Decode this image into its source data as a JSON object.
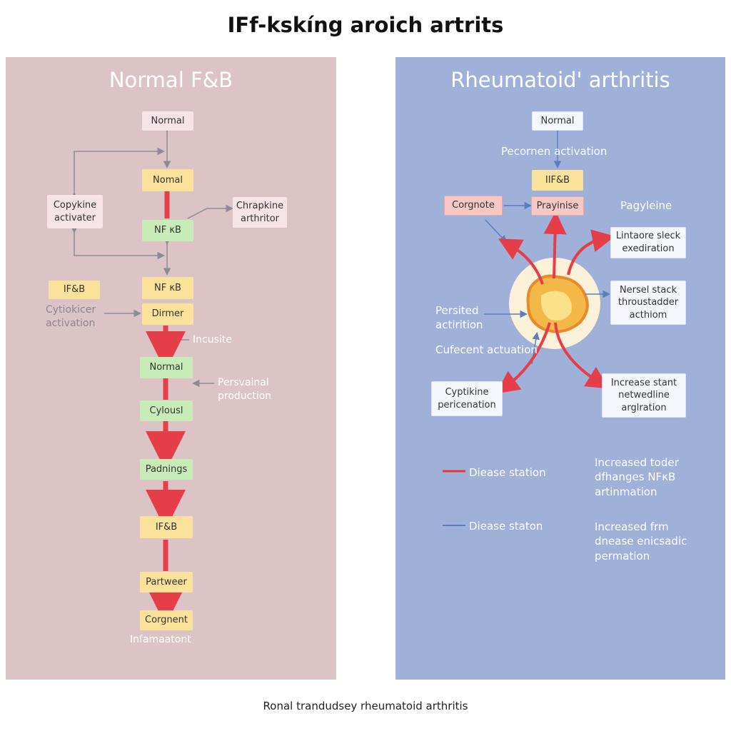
{
  "title": "IFf-kskíng aroich artrits",
  "caption": "Ronal trandudsey rheumatoid arthritis",
  "left": {
    "title": "Normal F&B",
    "boxes": {
      "normal_top": "Normal",
      "nomal": "Nomal",
      "nfkb": "NF κB",
      "nfkb2": "NF κB",
      "ifkb": "IF&B",
      "dirmer": "Dirmer",
      "normal_mid": "Normal",
      "cylousl": "Cylousl",
      "padnings": "Padnings",
      "ifkb2": "IF&B",
      "partweer": "Partweer",
      "corgnent": "Corgnent",
      "cytokine_activater": "Copykine activater",
      "chrapkine": "Chrapkine arthritor"
    },
    "labels": {
      "cytokicer": "Cytiokicer activation",
      "incusite": "Incusite",
      "persvainal": "Persvainal production",
      "infamatont": "Infamaatont"
    }
  },
  "right": {
    "title": "Rheumatoid' arthritis",
    "boxes": {
      "normal": "Normal",
      "ifkb": "IIF&B",
      "corgnote": "Corgnote",
      "prayinise": "Prayinise",
      "lintaore": "Lintaore sleck exediration",
      "nersel": "Nersel stack throustadder acthiom",
      "cyptikine": "Cyptikine pericenation",
      "increase_stant": "Increase stant netwedline arglration"
    },
    "labels": {
      "pecornen": "Pecornen activation",
      "pagyleine": "Pagyleine",
      "persited": "Persited actirition",
      "cufecent": "Cufecent actuation",
      "legend_red": "Diease station",
      "legend_blue": "Diease staton",
      "increased_toder": "Increased toder dfhanges NFκB artinmation",
      "increased_frm": "Increased frm dnease enicsadic permation"
    },
    "legend_colors": {
      "red": "#e4383f",
      "blue": "#5a7fbf"
    }
  },
  "colors": {
    "arrow_red": "#e53e48",
    "arrow_grey": "#8c8c96",
    "left_panel": "#dcc3c6",
    "right_panel": "#9fb0d9"
  }
}
